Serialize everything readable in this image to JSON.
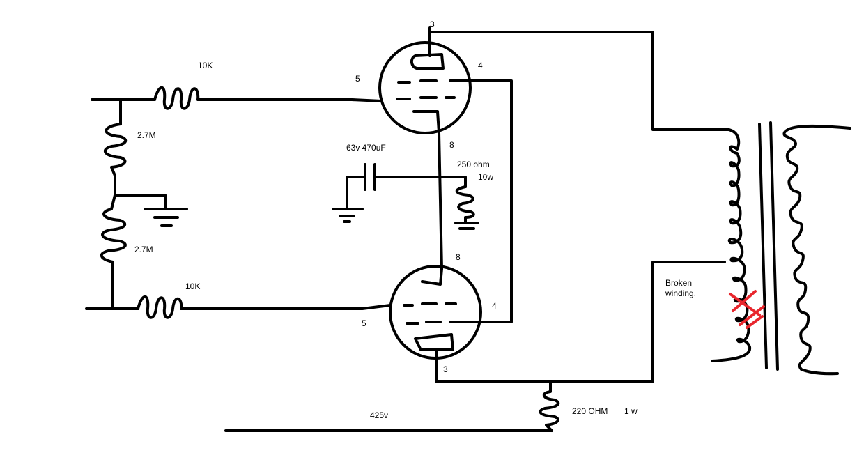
{
  "labels": {
    "r_top_10k": "10K",
    "r_bottom_10k": "10K",
    "r_top_27m": "2.7M",
    "r_bottom_27m": "2.7M",
    "tube_top_pin3": "3",
    "tube_top_pin4": "4",
    "tube_top_pin5": "5",
    "tube_top_pin8": "8",
    "tube_bottom_pin8": "8",
    "tube_bottom_pin4": "4",
    "tube_bottom_pin5": "5",
    "tube_bottom_pin3": "3",
    "cap_value": "63v 470uF",
    "cathode_r_value": "250 ohm",
    "cathode_r_power": "10w",
    "supply_voltage": "425v",
    "screen_r": "220 OHM",
    "screen_r_power": "1 w",
    "fault_note": "Broken\nwinding."
  },
  "colors": {
    "ink": "#000000",
    "fault_mark": "#e8262d",
    "background": "#ffffff"
  }
}
